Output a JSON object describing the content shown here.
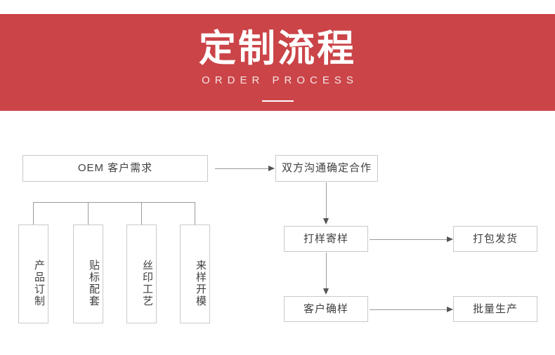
{
  "banner": {
    "title": "定制流程",
    "subtitle": "ORDER PROCESS",
    "background_color": "#cb4448",
    "text_color": "#ffffff",
    "divider": "horizontal-rule"
  },
  "flowchart": {
    "border_color": "#c9c9c9",
    "connector_color": "#9a9a9a",
    "arrow_color": "#555555",
    "nodes": {
      "oem_request": "OEM 客户需求",
      "communication": "双方沟通确定合作",
      "sampling": "打样寄样",
      "packing": "打包发货",
      "customer_confirm": "客户确样",
      "mass_production": "批量生产"
    },
    "branches": [
      {
        "label": "产品订制"
      },
      {
        "label": "贴标配套"
      },
      {
        "label": "丝印工艺"
      },
      {
        "label": "来样开模"
      }
    ]
  }
}
